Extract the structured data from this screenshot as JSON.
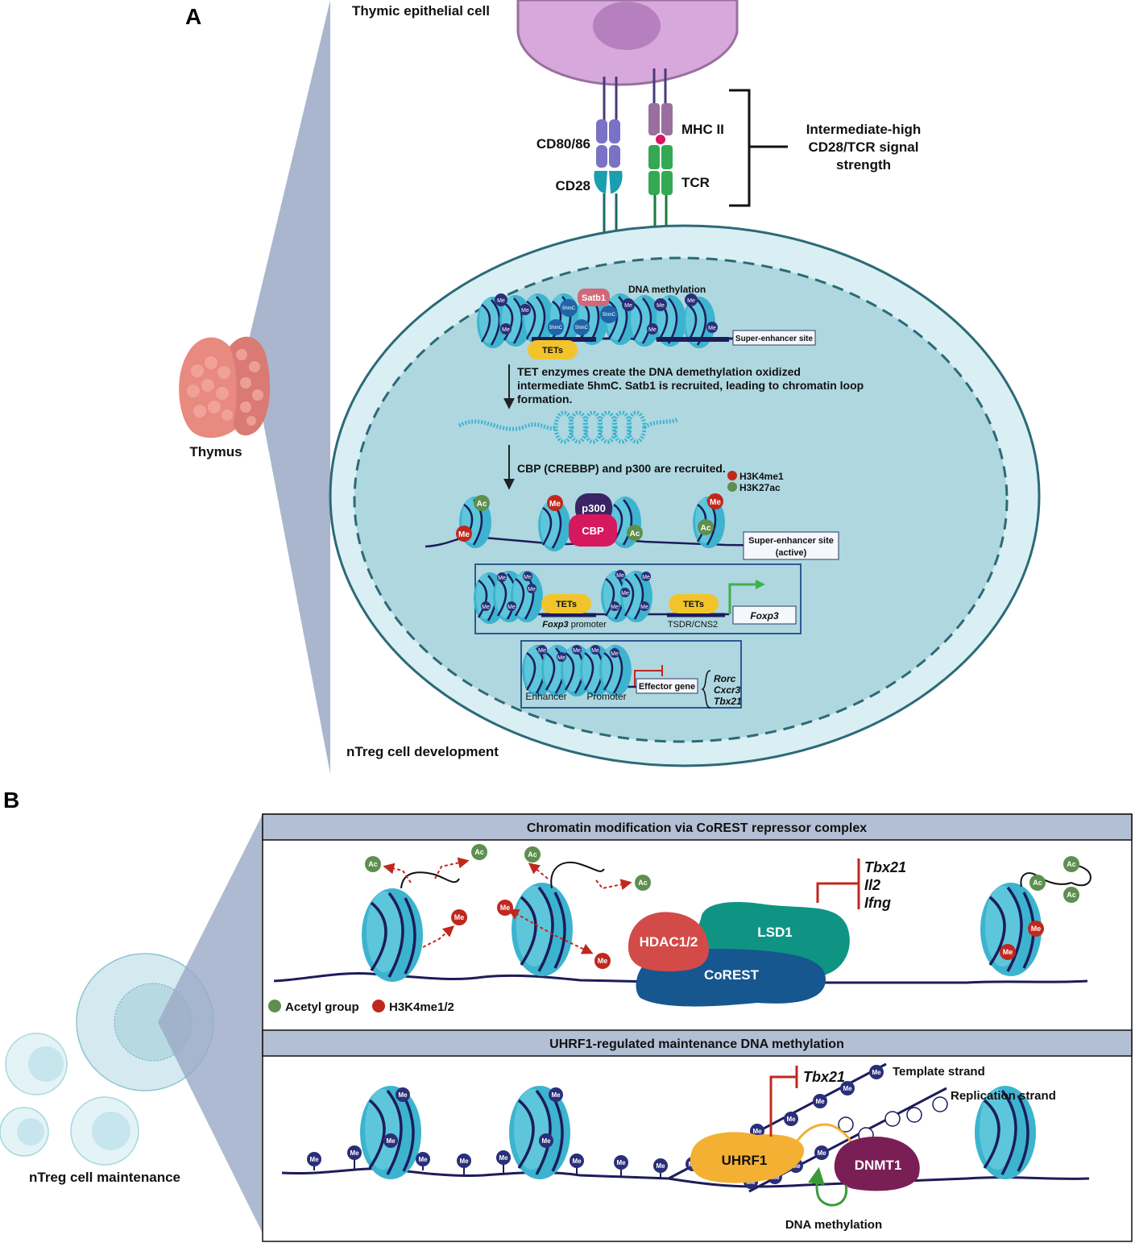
{
  "panel_a": {
    "letter": "A",
    "thymic_epithelial_cell": "Thymic epithelial cell",
    "cd80_86": "CD80/86",
    "cd28": "CD28",
    "mhc_ii": "MHC II",
    "tcr": "TCR",
    "signal_line1": "Intermediate-high",
    "signal_line2": "CD28/TCR signal",
    "signal_line3": "strength",
    "thymus": "Thymus",
    "dna_methylation": "DNA methylation",
    "satb1": "Satb1",
    "shmc": "5hmC",
    "me": "Me",
    "ac": "Ac",
    "tets": "TETs",
    "super_enhancer_site": "Super-enhancer site",
    "step1_line1": "TET enzymes create the DNA demethylation oxidized",
    "step1_line2": "intermediate 5hmC. Satb1 is recruited, leading to chromatin loop",
    "step1_line3": "formation.",
    "step2": "CBP (CREBBP) and p300 are recruited.",
    "legend_h3k4me1": "H3K4me1",
    "legend_h3k27ac": "H3K27ac",
    "p300": "p300",
    "cbp": "CBP",
    "super_enhancer_active_line1": "Super-enhancer site",
    "super_enhancer_active_line2": "(active)",
    "foxp3_promoter_gene": "Foxp3",
    "foxp3_promoter_suffix": " promoter",
    "tsdr_cns2": "TSDR/CNS2",
    "foxp3": "Foxp3",
    "enhancer": "Enhancer",
    "promoter": "Promoter",
    "effector_gene": "Effector gene",
    "rorc": "Rorc",
    "cxcr3": "Cxcr3",
    "tbx21": "Tbx21",
    "ntreg_development": "nTreg cell development"
  },
  "panel_b": {
    "letter": "B",
    "ntreg_maintenance": "nTreg cell maintenance",
    "corest_title": "Chromatin modification via CoREST repressor complex",
    "ac": "Ac",
    "me": "Me",
    "hdac": "HDAC1/2",
    "lsd1": "LSD1",
    "corest": "CoREST",
    "gene_tbx21": "Tbx21",
    "gene_il2": "Il2",
    "gene_ifng": "Ifng",
    "legend_acetyl": "Acetyl group",
    "legend_h3k4": "H3K4me1/2",
    "uhrf1_title": "UHRF1-regulated maintenance DNA methylation",
    "tbx21": "Tbx21",
    "template_strand": "Template strand",
    "replication_strand": "Replication strand",
    "uhrf1": "UHRF1",
    "dnmt1": "DNMT1",
    "dna_methylation": "DNA methylation"
  },
  "colors": {
    "nucleosome": "#3cb4cf",
    "dna": "#1d1c5a",
    "me_dot": "#2a2f7a",
    "me_red": "#c0281e",
    "ac_green": "#5e8f4f",
    "tets_yellow": "#f2c42c",
    "lsd1": "#0f9484",
    "corest": "#16578f",
    "hdac": "#d24b48",
    "uhrf1": "#f4b032",
    "dnmt1": "#7a1f55",
    "panel_header": "#b3bfd4",
    "cone": "#9aa9c6"
  }
}
